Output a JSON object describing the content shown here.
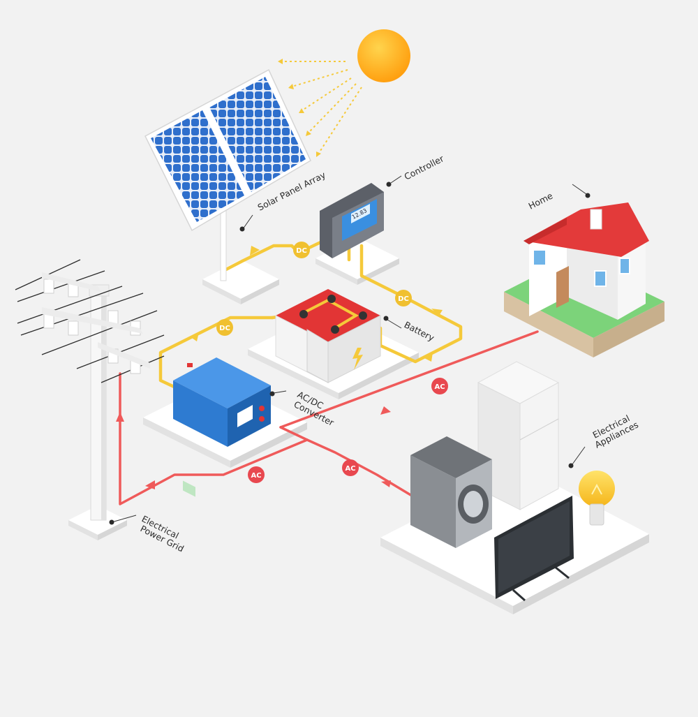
{
  "labels": {
    "solar": "Solar Panel Array",
    "controller": "Controller",
    "home": "Home",
    "battery": "Battery",
    "converter_1": "AC/DC",
    "converter_2": "Converter",
    "appliances_1": "Electrical",
    "appliances_2": "Appliances",
    "grid_1": "Electrical",
    "grid_2": "Power Grid"
  },
  "badges": {
    "dc": "DC",
    "ac": "AC"
  },
  "controller_display": "12.83",
  "colors": {
    "dc_line": "#f5c93a",
    "ac_line": "#ef5a5a",
    "ac_badge": "#e8484f",
    "dc_badge": "#f0c030",
    "panel": "#2f6fcc",
    "roof": "#e33a3a",
    "grass": "#7cd37a",
    "sun": "#ffb21a",
    "converter": "#2e7bd1",
    "battery_top": "#e23535"
  }
}
